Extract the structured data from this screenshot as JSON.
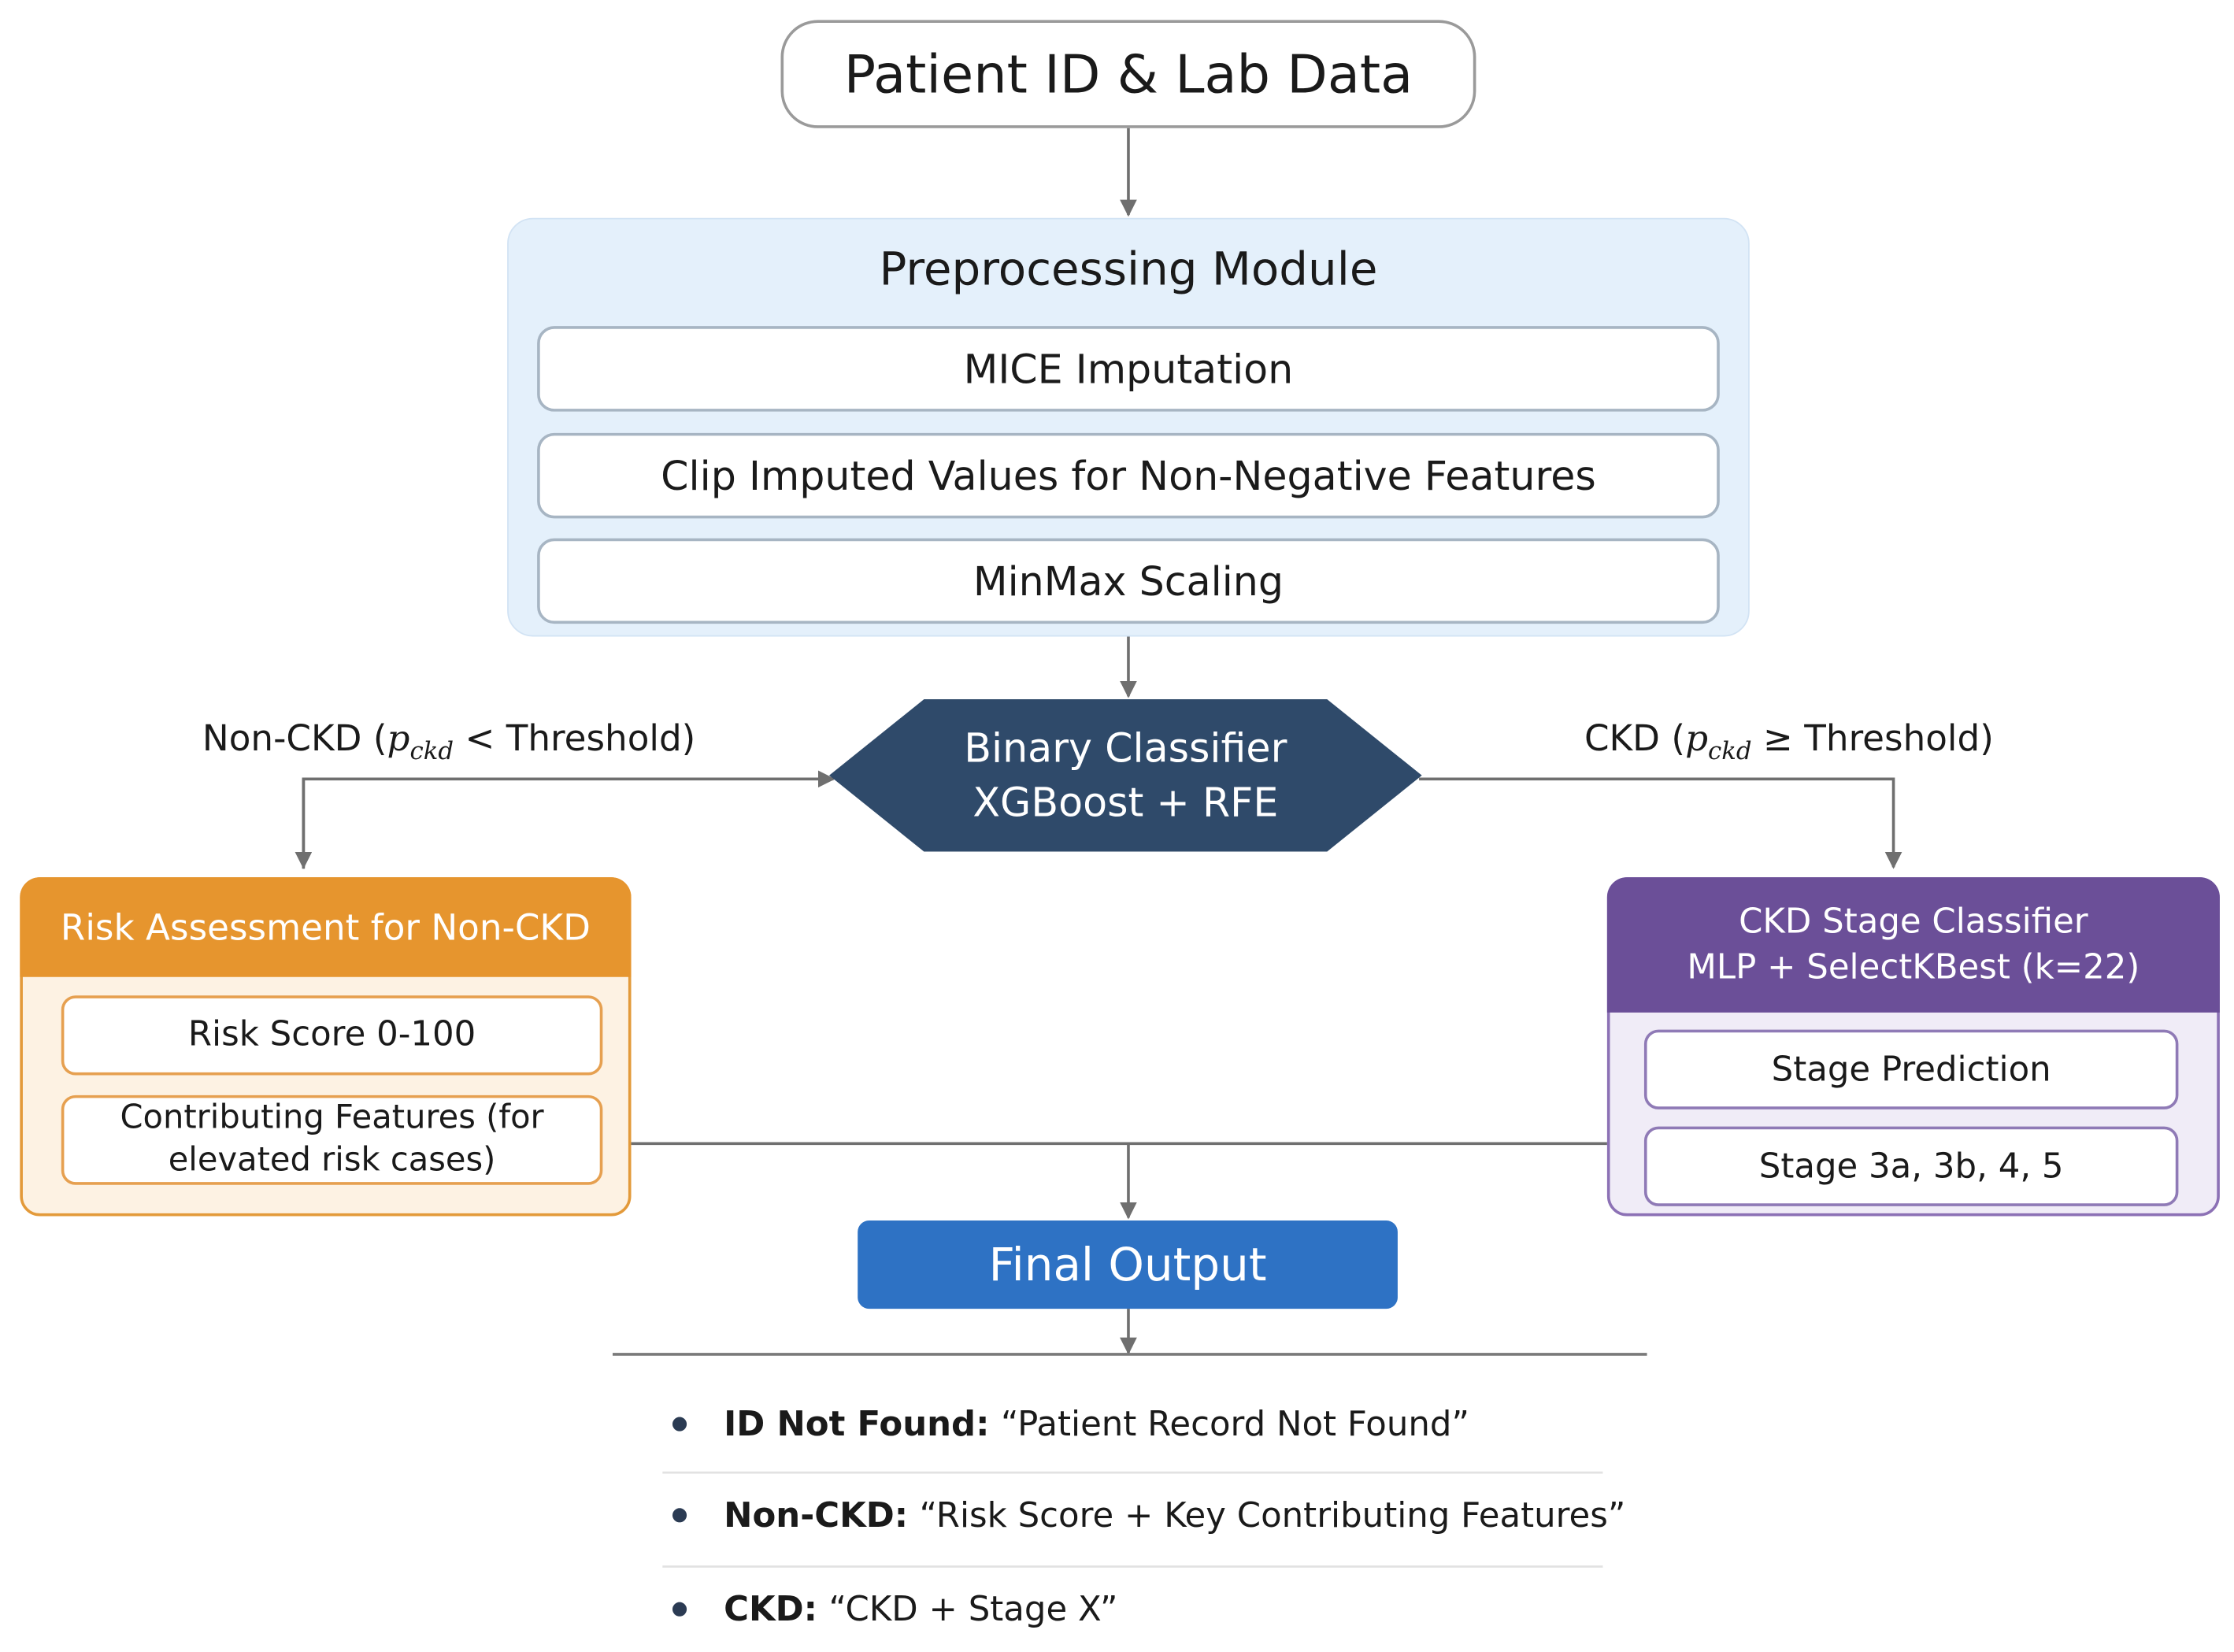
{
  "nodes": {
    "input": "Patient ID &  Lab Data",
    "preprocessing": {
      "title": "Preprocessing Module",
      "steps": [
        "MICE Imputation",
        "Clip Imputed Values for Non-Negative Features",
        "MinMax Scaling"
      ]
    },
    "binary_classifier": {
      "line1": "Binary Classifier",
      "line2": "XGBoost + RFE"
    },
    "risk_assessment": {
      "title": "Risk Assessment for Non-CKD",
      "items": [
        "Risk Score 0-100",
        "Contributing Features (for",
        "elevated risk cases)"
      ]
    },
    "ckd_stage": {
      "line1": "CKD Stage Classifier",
      "line2": "MLP + SelectKBest (k=22)",
      "items": [
        "Stage Prediction",
        "Stage 3a, 3b, 4, 5"
      ]
    },
    "final_output": "Final Output"
  },
  "branches": {
    "left": {
      "prefix": "Non-CKD (",
      "var": "p",
      "sub": "ckd",
      "op": " < ",
      "suffix": "Threshold)"
    },
    "right": {
      "prefix": "CKD (",
      "var": "p",
      "sub": "ckd",
      "op": " ≥ ",
      "suffix": "Threshold)"
    }
  },
  "outputs": [
    {
      "label": "ID Not Found:",
      "text": "“Patient Record Not Found”"
    },
    {
      "label": "Non-CKD:",
      "text": "“Risk Score + Key Contributing Features”"
    },
    {
      "label": "CKD:",
      "text": "“CKD + Stage X”"
    }
  ],
  "colors": {
    "preprocessing_bg": "#e4f0fb",
    "binary": "#2f4a6a",
    "risk_header": "#e6952e",
    "ckd_header": "#6b4f98",
    "final": "#2e72c4",
    "connector": "#6f6f6f"
  }
}
